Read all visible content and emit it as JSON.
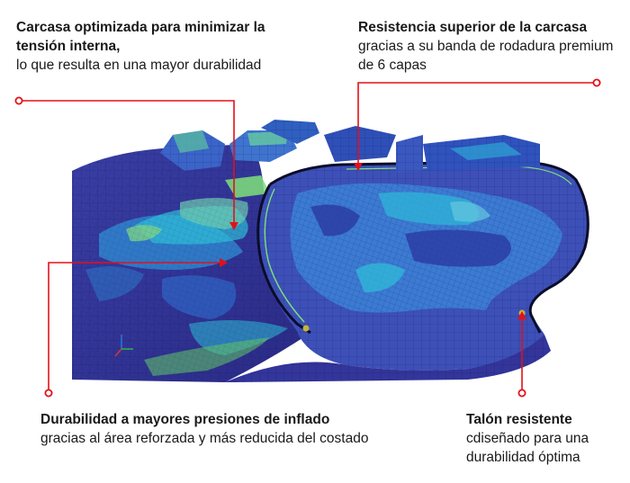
{
  "callouts": {
    "carcass": {
      "title": "Carcasa optimizada para minimizar la tensión interna,",
      "body": "lo que resulta en una mayor durabilidad"
    },
    "resistance": {
      "title": "Resistencia superior de la carcasa",
      "body": "gracias a su banda de rodadura premium de 6 capas"
    },
    "durability": {
      "title": "Durabilidad a mayores presiones de inflado",
      "body": "gracias al área reforzada y más reducida del costado"
    },
    "bead": {
      "title": "Talón resistente",
      "body": "cdiseñado para una durabilidad óptima"
    }
  },
  "colors": {
    "leader": "#e3101a",
    "mesh_dark": "#2a2f8f",
    "mesh_mid": "#2f63c9",
    "mesh_light": "#2aa6d8",
    "mesh_green": "#5fbf9a"
  }
}
